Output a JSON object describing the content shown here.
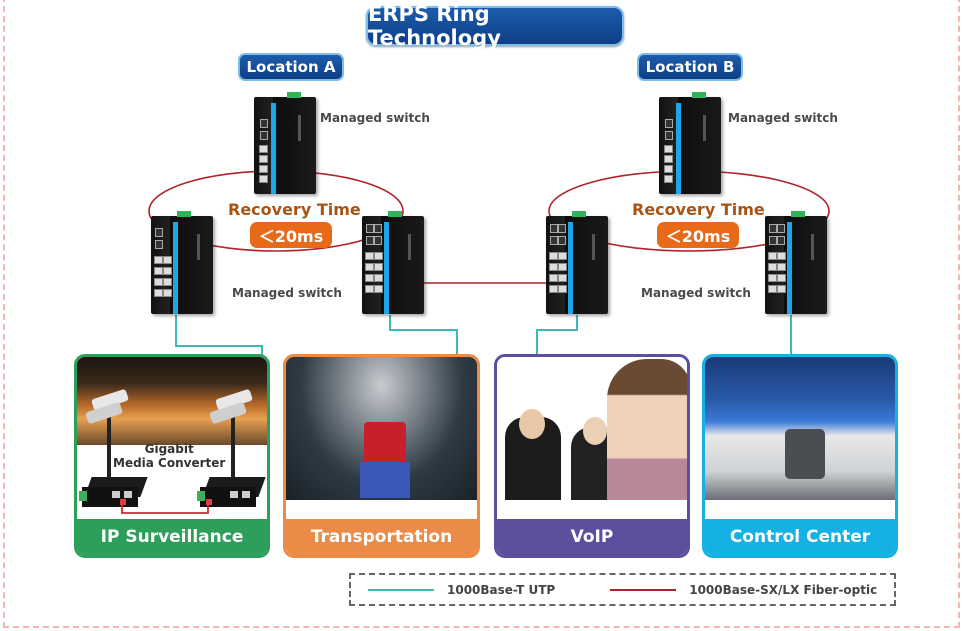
{
  "title": "ERPS Ring Technology",
  "locations": [
    {
      "label": "Location A",
      "top_switch_label": "Managed switch",
      "bottom_switch_label": "Managed switch",
      "recovery_label": "Recovery Time",
      "recovery_value": "＜20ms"
    },
    {
      "label": "Location B",
      "top_switch_label": "Managed switch",
      "bottom_switch_label": "Managed switch",
      "recovery_label": "Recovery Time",
      "recovery_value": "＜20ms"
    }
  ],
  "applications": [
    {
      "label": "IP Surveillance",
      "color": "#2e9e5b",
      "image": "highway-night-traffic"
    },
    {
      "label": "Transportation",
      "color": "#ec8b48",
      "image": "train-station"
    },
    {
      "label": "VoIP",
      "color": "#5e4f9e",
      "image": "call-center-agents"
    },
    {
      "label": "Control Center",
      "color": "#16b1e4",
      "image": "control-room-monitors"
    }
  ],
  "media_converter_label_line1": "Gigabit",
  "media_converter_label_line2": "Media Converter",
  "legend": [
    {
      "label": "1000Base-T UTP",
      "color": "#3fb8b8"
    },
    {
      "label": "1000Base-SX/LX Fiber-optic",
      "color": "#b0222c"
    }
  ],
  "colors": {
    "ring": "#b0222c",
    "utp": "#3fb8b8",
    "title_blue": "#1556a0",
    "recovery_orange": "#e86a18"
  }
}
